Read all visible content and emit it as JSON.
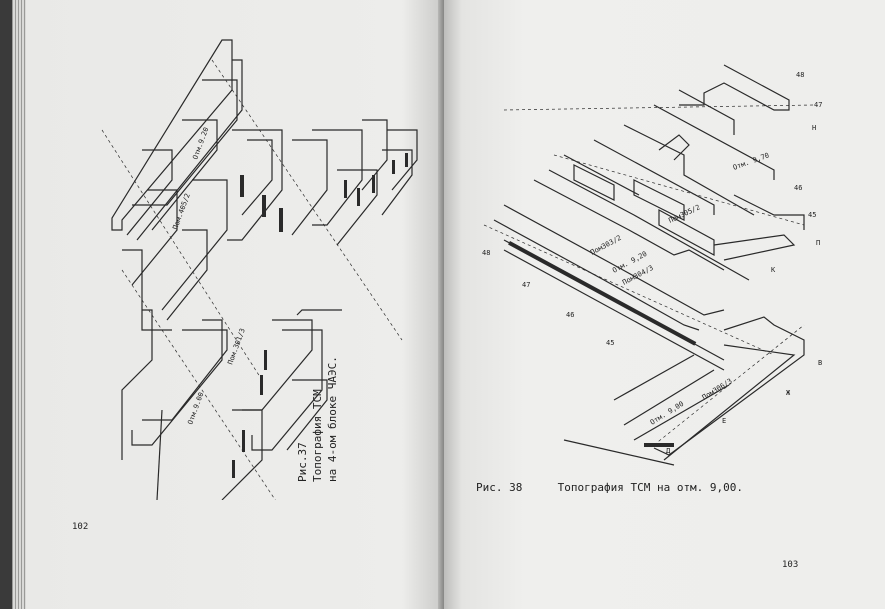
{
  "left_page": {
    "caption_number": "Рис.37",
    "caption_line1": "Топография ТСМ",
    "caption_line2": "на 4-ом блоке ЧАЭС.",
    "page_number": "102",
    "labels": [
      "Пом.405/2",
      "Отм.9.20",
      "Отм.9.00",
      "Пом.301/3"
    ]
  },
  "right_page": {
    "caption_number": "Рис. 38",
    "caption_text": "Топография ТСМ на отм. 9,00.",
    "page_number": "103",
    "labels": {
      "room_305": "Пом305/2",
      "room_303": "Пом303/2",
      "room_304": "Пом304/3",
      "room_306": "Пом306/3",
      "mark_970": "Отм. 9,70",
      "mark_920": "Отм. 9,20",
      "mark_900": "Отм. 9,00",
      "axis_48": "48",
      "axis_47": "47",
      "axis_46": "46",
      "axis_45": "45",
      "axis_N": "Н",
      "axis_P": "П",
      "axis_K": "К",
      "axis_Zh": "Ж",
      "axis_E": "Е",
      "axis_D": "Д",
      "axis_48b": "48",
      "axis_47b": "47",
      "axis_46b": "46",
      "axis_45b": "45",
      "axis_V": "В"
    }
  }
}
